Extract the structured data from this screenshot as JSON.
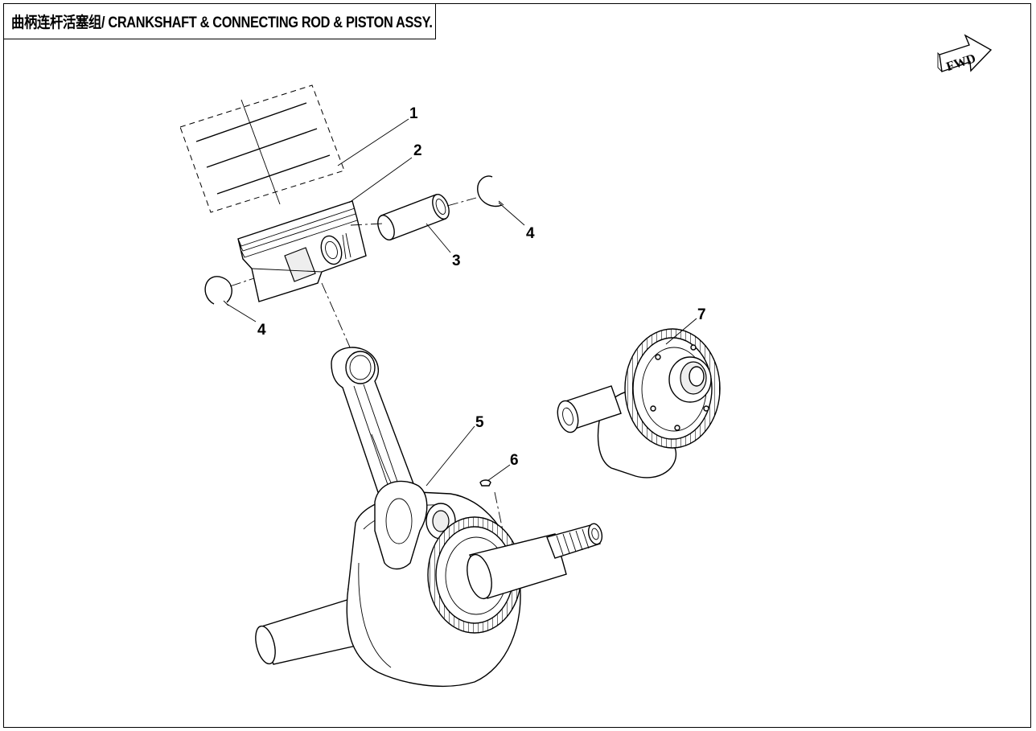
{
  "title": "曲柄连杆活塞组/ CRANKSHAFT & CONNECTING ROD & PISTON ASSY.",
  "direction_marker": {
    "label": "FWD",
    "icon": "forward-arrow-icon"
  },
  "callouts": [
    {
      "number": "1"
    },
    {
      "number": "2"
    },
    {
      "number": "3"
    },
    {
      "number": "4"
    },
    {
      "number": "4"
    },
    {
      "number": "5"
    },
    {
      "number": "6"
    },
    {
      "number": "7"
    }
  ]
}
